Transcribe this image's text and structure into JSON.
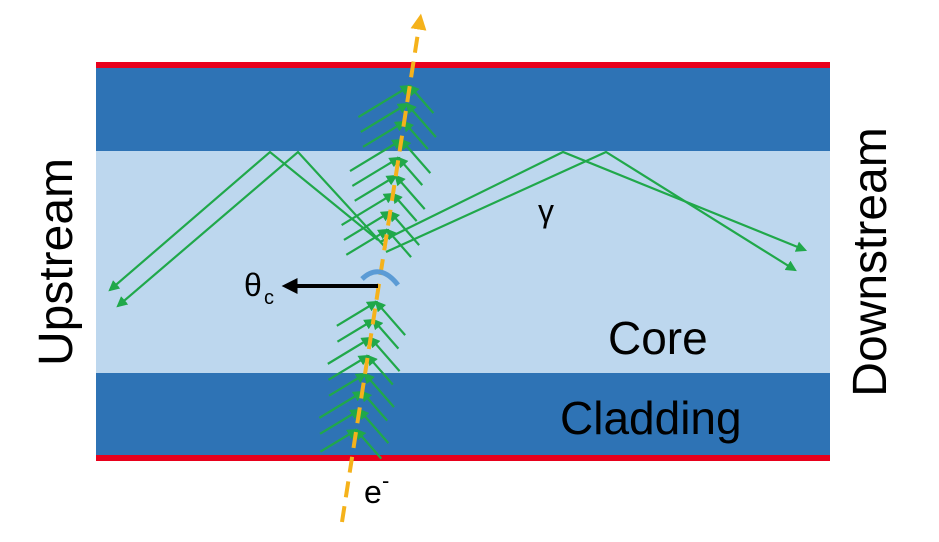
{
  "labels": {
    "upstream": "Upstream",
    "downstream": "Downstream",
    "core": "Core",
    "cladding": "Cladding",
    "photon": "γ",
    "theta": "θ",
    "theta_sub": "c",
    "electron": "e",
    "electron_sup": "-"
  },
  "colors": {
    "cladding": "#2e73b5",
    "core": "#bdd7ee",
    "outer_edge": "#e8001c",
    "rays": "#20a84a",
    "electron_track": "#f5b21b",
    "angle_arc": "#5b9bd5",
    "arrow": "#000000"
  },
  "icons": {
    "electron_track": "dashed-arrow",
    "cherenkov_direction": "left-arrow"
  }
}
